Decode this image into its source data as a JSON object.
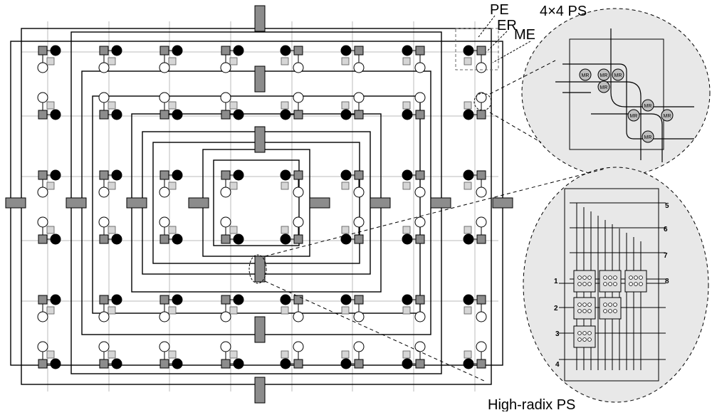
{
  "labels": {
    "pe": "PE",
    "er": "ER",
    "me": "ME",
    "ps4": "4×4 PS",
    "high_radix": "High-radix PS"
  },
  "mr_label": "MR",
  "radix_ports": [
    "1",
    "2",
    "3",
    "4",
    "5",
    "6",
    "7",
    "8"
  ],
  "grid": {
    "rows": 6,
    "cols": 8
  },
  "colors": {
    "router": "#8c8c8c",
    "pe": "#000000",
    "me": "#ffffff",
    "er": "#d6d6d6",
    "switch": "#8c8c8c",
    "zoom_fill": "#e8e8e8"
  }
}
